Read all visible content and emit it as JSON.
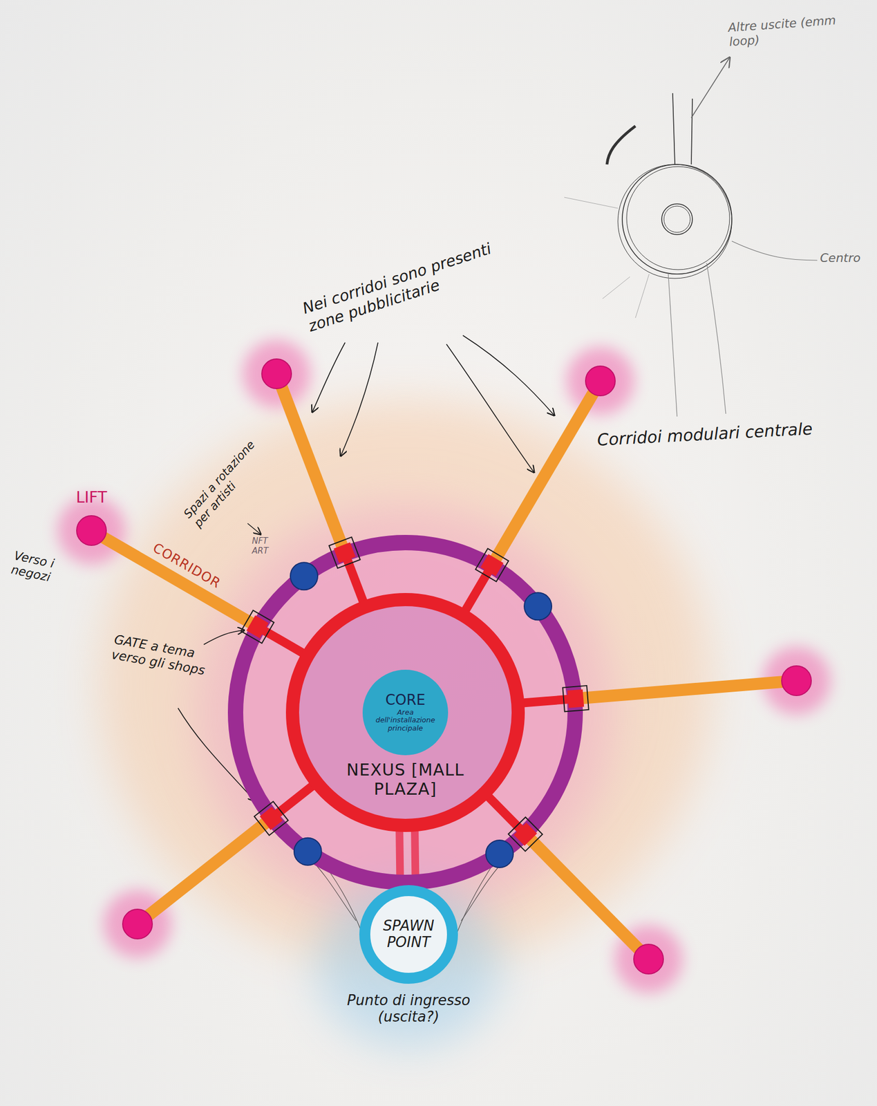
{
  "diagram": {
    "nodes": [
      {
        "text": [
          "NEXUS [MALL PLAZA]"
        ]
      },
      {
        "text": [
          "CORE",
          "Area dell'installazione principale"
        ],
        "in": 0
      },
      {
        "text": [
          "SPAWN POINT",
          "Punto di ingresso (uscita?)"
        ]
      },
      {
        "text": [
          "LIFT"
        ]
      }
    ],
    "edges": [
      {
        "from": 2,
        "to": 0,
        "arrow": "none"
      },
      {
        "from": 0,
        "to": 3,
        "arrow": "none",
        "label": "CORRIDOR"
      }
    ],
    "labels": [
      "Nei corridoi sono presenti zone pubblicitarie",
      "Corridoi modulari centrale",
      "Spazi a rotazione per artisti",
      "NFT ART",
      "Verso i negozi",
      "GATE a tema verso gli shops",
      "Altre uscite (emm loop)",
      "Centro"
    ]
  }
}
